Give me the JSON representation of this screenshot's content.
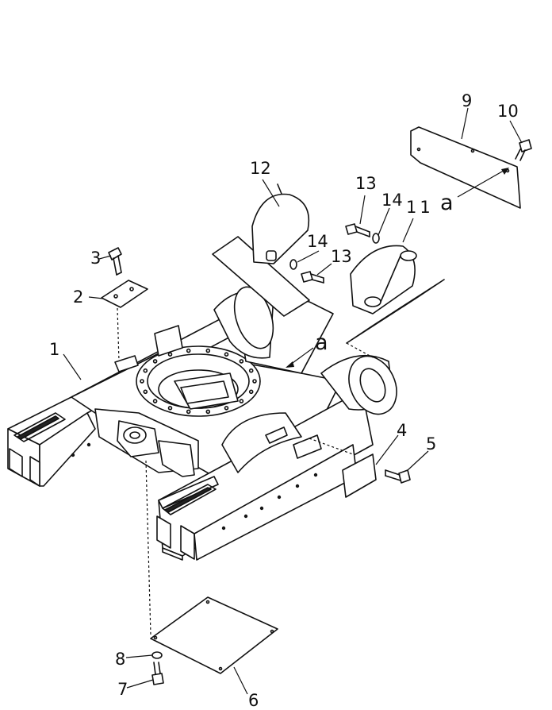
{
  "diagram": {
    "callouts": [
      {
        "id": "c1",
        "text": "1"
      },
      {
        "id": "c2",
        "text": "2"
      },
      {
        "id": "c3",
        "text": "3"
      },
      {
        "id": "c4",
        "text": "4"
      },
      {
        "id": "c5",
        "text": "5"
      },
      {
        "id": "c6",
        "text": "6"
      },
      {
        "id": "c7",
        "text": "7"
      },
      {
        "id": "c8",
        "text": "8"
      },
      {
        "id": "c9",
        "text": "9"
      },
      {
        "id": "c10",
        "text": "10"
      },
      {
        "id": "c11",
        "text": "11"
      },
      {
        "id": "c12",
        "text": "12"
      },
      {
        "id": "c13a",
        "text": "13"
      },
      {
        "id": "c13b",
        "text": "13"
      },
      {
        "id": "c14a",
        "text": "14"
      },
      {
        "id": "c14b",
        "text": "14"
      }
    ],
    "detail_markers": [
      {
        "id": "a1",
        "text": "a"
      },
      {
        "id": "a2",
        "text": "a"
      }
    ]
  }
}
